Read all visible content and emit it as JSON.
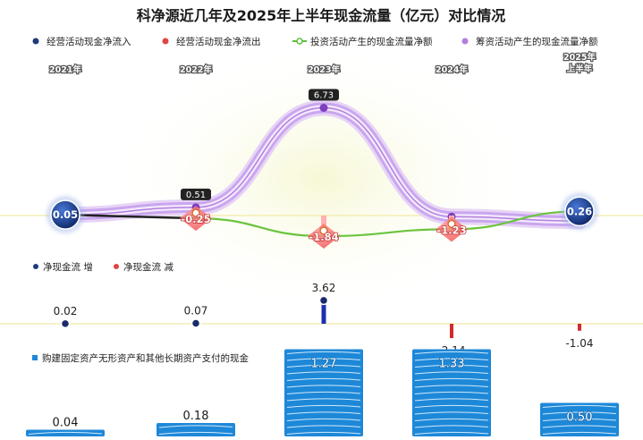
{
  "title": "科净源近几年及2025年上半年现金流量（亿元）对比情况",
  "years": [
    "2021年",
    "2022年",
    "2023年",
    "2024年",
    "2025年上半年"
  ],
  "legends": {
    "top": [
      {
        "label": "经营活动现金净流入",
        "color": "#1f3a7a"
      },
      {
        "label": "经营活动现金净流出",
        "color": "#e04444"
      },
      {
        "label": "投资活动产生的现金流量净额",
        "color": "#5fbf3a"
      },
      {
        "label": "筹资活动产生的现金流量净额",
        "color": "#b47ee0"
      }
    ],
    "mid": [
      {
        "label": "净现金流 增",
        "color": "#1f3a7a"
      },
      {
        "label": "净现金流 减",
        "color": "#e04444"
      }
    ],
    "bottom": [
      {
        "label": "购建固定资产无形资产和其他长期资产支付的现金",
        "color": "#1e88d8"
      }
    ]
  },
  "chart_data": [
    {
      "type": "line",
      "title": "科净源近几年及2025年上半年现金流量（亿元）对比情况",
      "categories": [
        "2021年",
        "2022年",
        "2023年",
        "2024年",
        "2025年上半年"
      ],
      "series": [
        {
          "name": "经营活动现金净流入",
          "values": [
            0.05,
            null,
            null,
            null,
            0.26
          ]
        },
        {
          "name": "经营活动现金净流出",
          "values": [
            null,
            -0.25,
            -1.84,
            -1.23,
            null
          ]
        },
        {
          "name": "投资活动产生的现金流量净额",
          "values": [
            0.05,
            -0.25,
            -1.84,
            -1.23,
            0.26
          ]
        },
        {
          "name": "筹资活动产生的现金流量净额",
          "values": [
            0.05,
            0.51,
            6.73,
            -0.1,
            -0.5
          ]
        }
      ],
      "ylim": [
        -2.5,
        8
      ]
    },
    {
      "type": "bar",
      "categories": [
        "2021年",
        "2022年",
        "2023年",
        "2024年",
        "2025年上半年"
      ],
      "series": [
        {
          "name": "净现金流 增",
          "values": [
            0.02,
            0.07,
            3.62,
            null,
            null
          ]
        },
        {
          "name": "净现金流 减",
          "values": [
            null,
            null,
            null,
            -2.14,
            -1.04
          ]
        }
      ]
    },
    {
      "type": "bar",
      "categories": [
        "2021年",
        "2022年",
        "2023年",
        "2024年",
        "2025年上半年"
      ],
      "series": [
        {
          "name": "购建固定资产无形资产和其他长期资产支付的现金",
          "values": [
            0.04,
            0.18,
            1.27,
            1.33,
            0.5
          ]
        }
      ]
    }
  ],
  "display": {
    "op_labels": [
      "0.05",
      "-0.25",
      "-1.84",
      "-1.23",
      "0.26"
    ],
    "fin_labels": [
      "",
      "0.51",
      "6.73",
      "",
      ""
    ],
    "net_labels": [
      "0.02",
      "0.07",
      "3.62",
      "-2.14",
      "-1.04"
    ],
    "capex_labels": [
      "0.04",
      "0.18",
      "1.27",
      "1.33",
      "0.50"
    ]
  }
}
